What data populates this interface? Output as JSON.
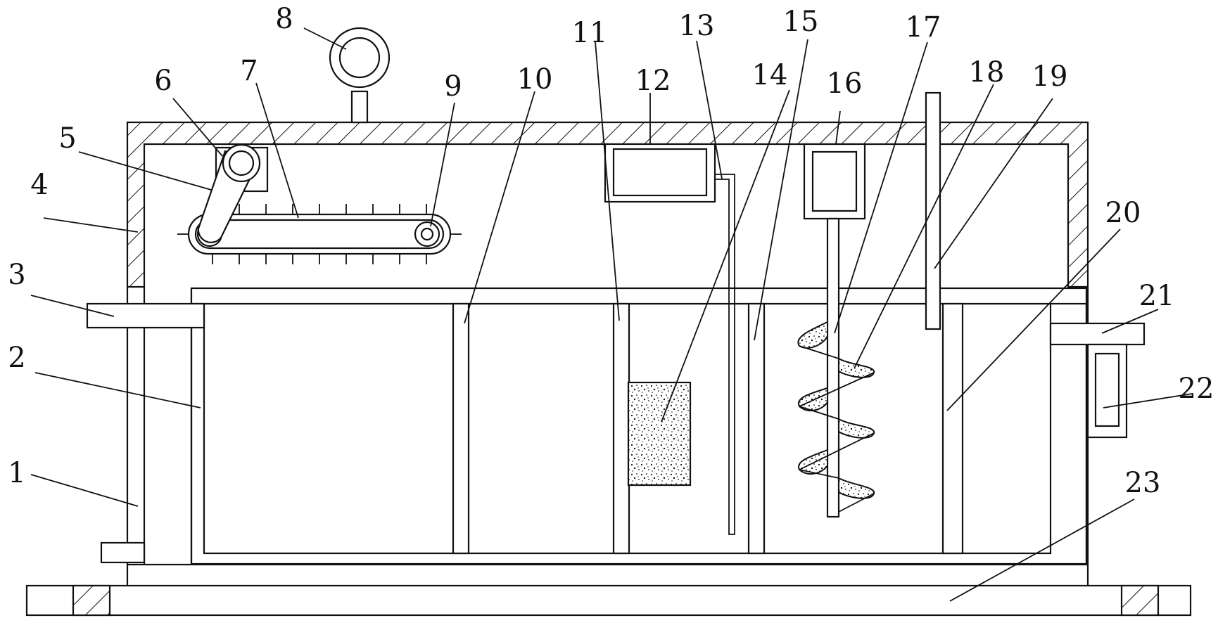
{
  "diagram": {
    "colors": {
      "stroke": "#111111",
      "background": "#ffffff"
    },
    "callouts": [
      {
        "id": "1",
        "text": "1"
      },
      {
        "id": "2",
        "text": "2"
      },
      {
        "id": "3",
        "text": "3"
      },
      {
        "id": "4",
        "text": "4"
      },
      {
        "id": "5",
        "text": "5"
      },
      {
        "id": "6",
        "text": "6"
      },
      {
        "id": "7",
        "text": "7"
      },
      {
        "id": "8",
        "text": "8"
      },
      {
        "id": "9",
        "text": "9"
      },
      {
        "id": "10",
        "text": "10"
      },
      {
        "id": "11",
        "text": "11"
      },
      {
        "id": "12",
        "text": "12"
      },
      {
        "id": "13",
        "text": "13"
      },
      {
        "id": "14",
        "text": "14"
      },
      {
        "id": "15",
        "text": "15"
      },
      {
        "id": "16",
        "text": "16"
      },
      {
        "id": "17",
        "text": "17"
      },
      {
        "id": "18",
        "text": "18"
      },
      {
        "id": "19",
        "text": "19"
      },
      {
        "id": "20",
        "text": "20"
      },
      {
        "id": "21",
        "text": "21"
      },
      {
        "id": "22",
        "text": "22"
      },
      {
        "id": "23",
        "text": "23"
      }
    ]
  }
}
